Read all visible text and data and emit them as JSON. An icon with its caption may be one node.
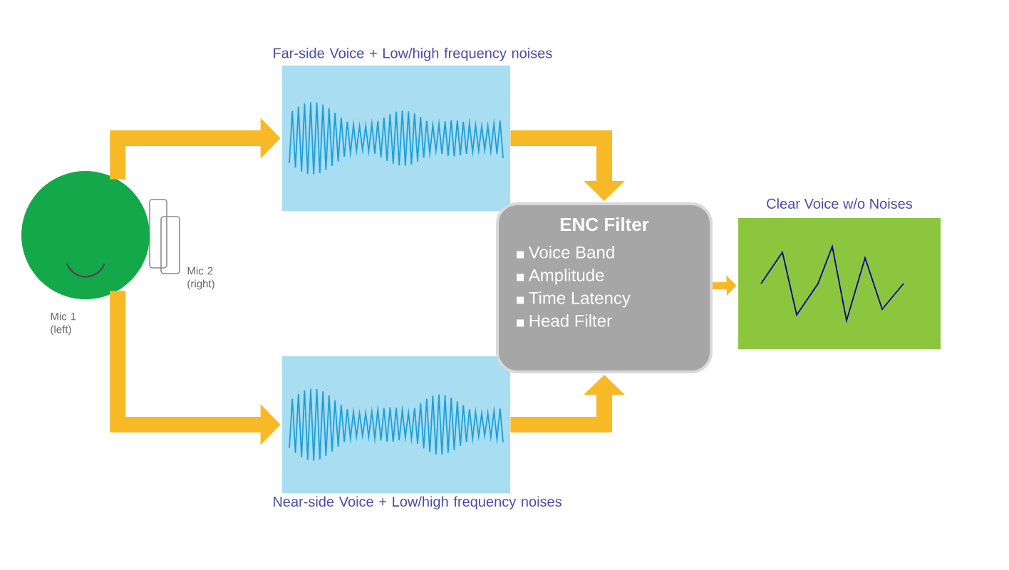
{
  "diagram": {
    "nodes": [
      {
        "text": [],
        "shape": "circle"
      },
      {
        "text": [
          "Far-side Voice + Low/high frequency noises"
        ]
      },
      {
        "text": [
          "Near-side Voice + Low/high frequency noises"
        ]
      },
      {
        "text": [
          "ENC Filter",
          "Voice Band",
          "Amplitude",
          "Time Latency",
          "Head Filter"
        ]
      },
      {
        "text": [
          "Clear Voice w/o Noises"
        ]
      }
    ],
    "edges": [
      {
        "from": 0,
        "to": 1,
        "arrow": "to"
      },
      {
        "from": 0,
        "to": 2,
        "arrow": "to"
      },
      {
        "from": 1,
        "to": 3,
        "arrow": "to"
      },
      {
        "from": 2,
        "to": 3,
        "arrow": "to"
      },
      {
        "from": 3,
        "to": 4,
        "arrow": "to"
      }
    ],
    "labels": [
      "Mic 2 (right)",
      "Mic 1 (left)"
    ]
  }
}
